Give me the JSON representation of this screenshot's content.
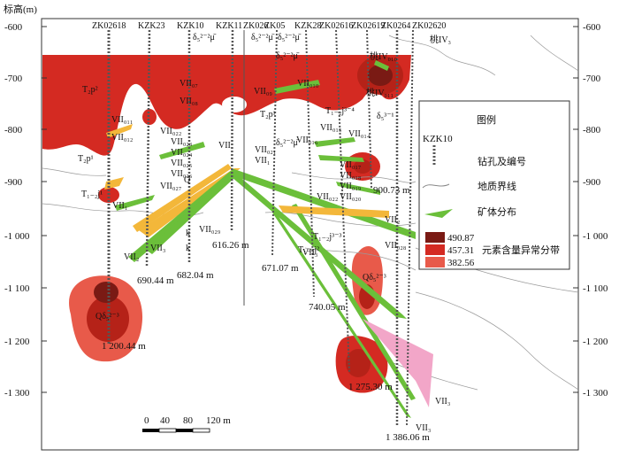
{
  "axis": {
    "unit_label": "标高(m)",
    "left_ticks": [
      "-600",
      "-700",
      "-800",
      "-900",
      "-1 000",
      "-1 100",
      "-1 200",
      "-1 300"
    ],
    "right_ticks": [
      "-600",
      "-700",
      "-800",
      "-900",
      "-1 000",
      "-1 100",
      "-1 200",
      "-1 300"
    ]
  },
  "boreholes": [
    "ZK02618",
    "KZK23",
    "KZK10",
    "KZK11",
    "ZK026",
    "ZK05",
    "KZK28",
    "ZK02616",
    "ZK02619",
    "ZK0264",
    "ZK02620"
  ],
  "depths": [
    "1 200.44 m",
    "690.44 m",
    "682.04 m",
    "616.26 m",
    "671.07 m",
    "740.05 m",
    "900.73 m",
    "1 275.30 m",
    "1 386.06 m"
  ],
  "formations": {
    "t2p2": "T₂p²",
    "t2p1_left": "T₂p¹",
    "t2p1_mid": "T₂p¹",
    "t12j1": "T₁₋₂j¹",
    "t12j3": "T₁₋₂j³⁻³",
    "t12j2": "T₁₋₂j²",
    "q": "Q",
    "k1": "k",
    "k2": "k",
    "q_del_left": "Qδ₅²⁻³",
    "q_del_right": "Qδ₅²⁻³",
    "delta_top1": "δ₅²⁻²μ̄",
    "delta_top2": "δ₅²⁻²μ̄",
    "delta_top3": "δ₅²⁻²μ̄",
    "delta_mid1": "δ₅²⁻²μ̄",
    "delta_mid2": "δ₅²⁻²μ̄",
    "delta_right": "δ₅³⁻¹",
    "t12j3_4": "T₁₋₂j³⁻⁴"
  },
  "ore_labels": {
    "iv3": "桃IV₃",
    "iv010": "桃IV₀₁₀",
    "iv011": "桃IV₀₁₁",
    "vii011": "VII₀₁₁",
    "vii012": "VII₀₁₂",
    "vii1": "VII₁",
    "vii07": "VII₀₇",
    "vii08": "VII₀₈",
    "vii022": "VII₀₂₂",
    "vii023": "VII₀₂₃",
    "vii024": "VII₀₂₄",
    "vii025": "VII₀₂₅",
    "vii026": "VII₀₂₆",
    "vii027": "VII₀₂₇",
    "vii029": "VII₀₂₉",
    "vii2_left": "VII₂",
    "vii3_left": "VII₃",
    "vii_mid": "VII",
    "vii09": "VII₀₉",
    "vii010": "VII₀₁₀",
    "vii021": "VII₀₂₁",
    "vii1_mid": "VII₁",
    "vii016": "VII₀₁₆",
    "vii015": "VII₀₁₅",
    "vii014": "VII₀₁₄",
    "vii017": "VII₀₁₇",
    "vii018": "VII₀₁₈",
    "vii019": "VII₀₁₉",
    "vii020": "VII₀₂₀",
    "vii022_r": "VII₀₂₂",
    "vii2_r": "VII₂",
    "vii3_mid": "VII₃",
    "vii028": "VII₀₂₈",
    "vii3_bot": "VII₃",
    "vii3_bottom": "VII₃"
  },
  "legend": {
    "title": "图例",
    "hole_id": "KZK10",
    "items": [
      "钻孔及编号",
      "地质界线",
      "矿体分布",
      "元素含量异常分带"
    ],
    "anomaly_values": [
      "490.87",
      "457.31",
      "382.56"
    ]
  },
  "scale": {
    "labels": [
      "0",
      "40",
      "80",
      "120 m"
    ]
  },
  "colors": {
    "anomaly_high": "#7a1a14",
    "anomaly_mid": "#d42a22",
    "anomaly_low": "#e85a4a",
    "ore_green": "#6bbf3a",
    "ore_yellow": "#f3b73a",
    "ore_pink": "#f2a6c8"
  }
}
